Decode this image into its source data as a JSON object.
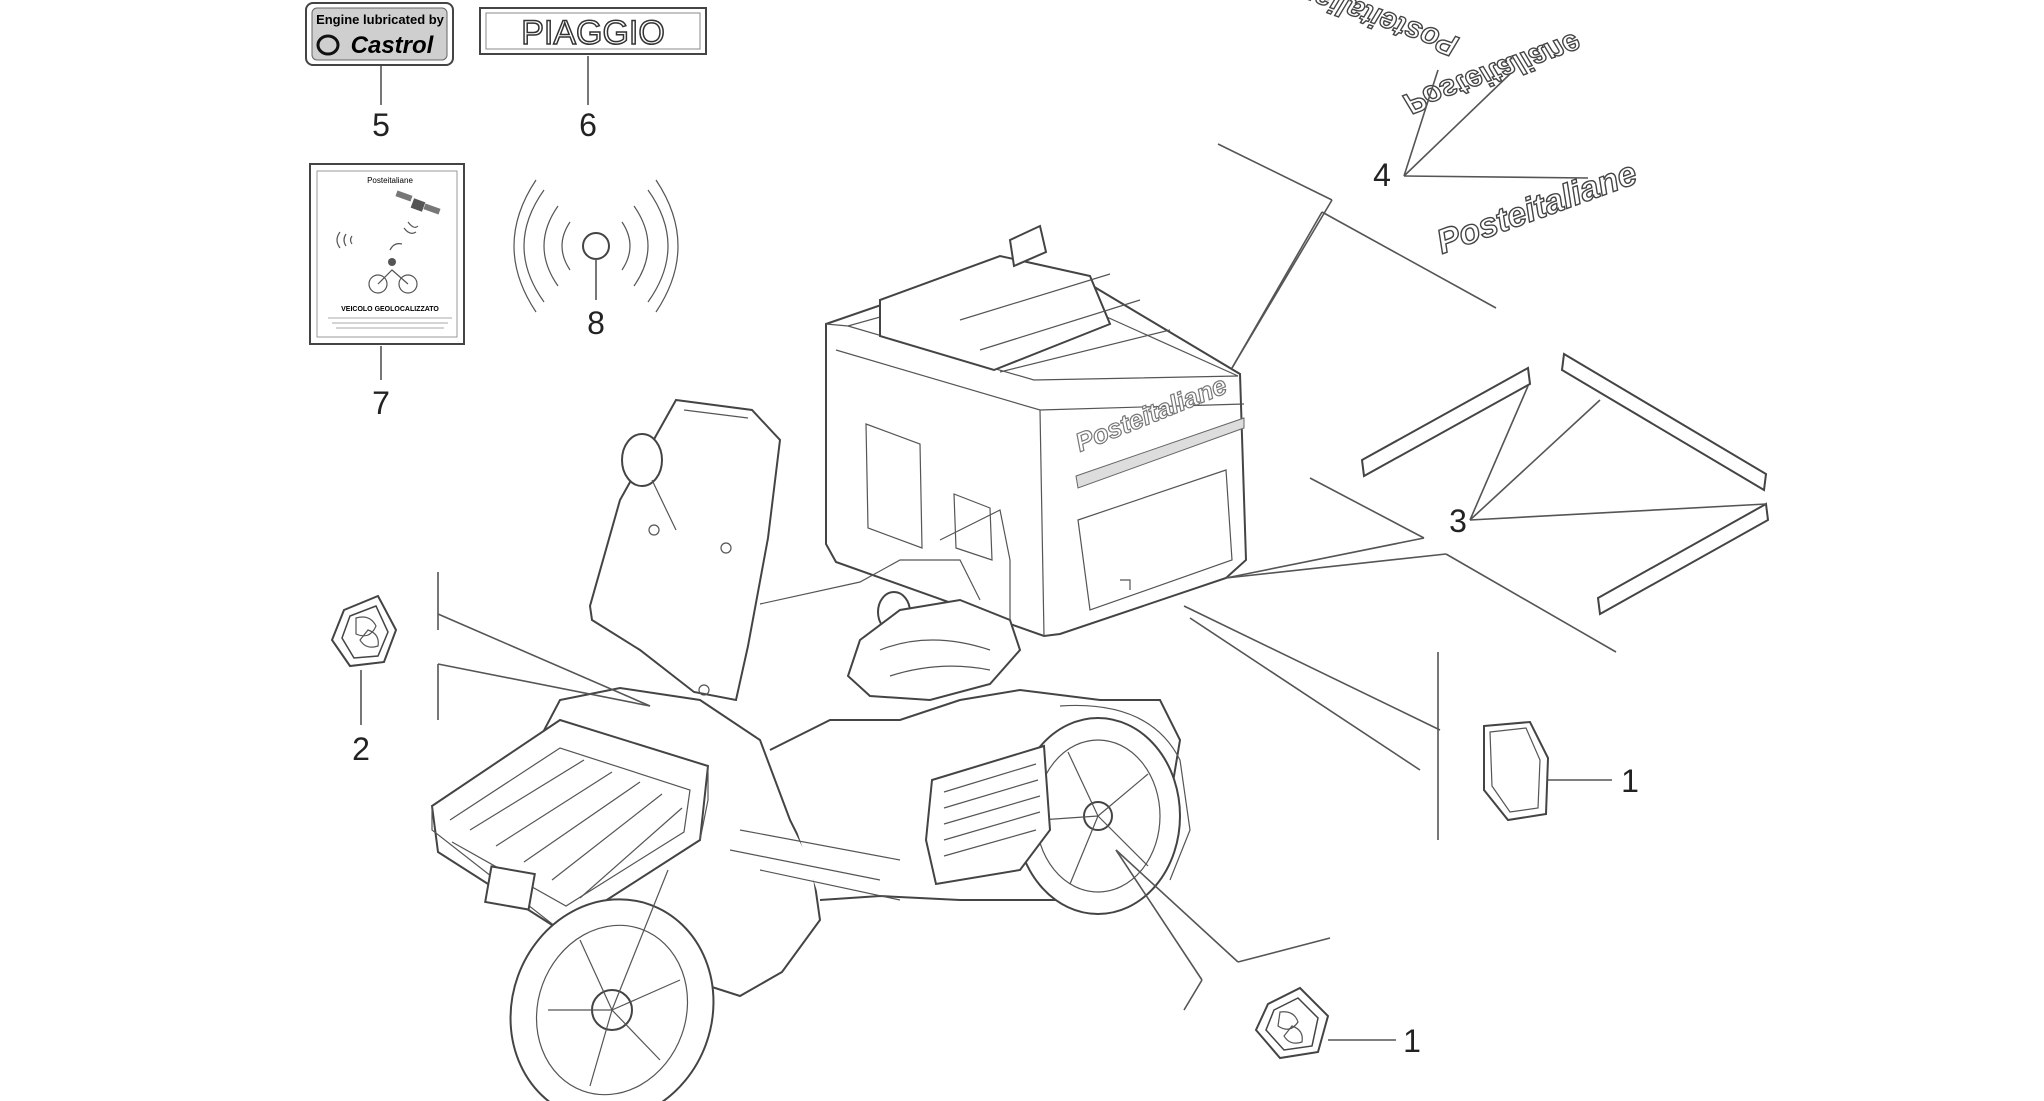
{
  "callouts": {
    "c1a": "1",
    "c1b": "1",
    "c2": "2",
    "c3": "3",
    "c4": "4",
    "c5": "5",
    "c6": "6",
    "c7": "7",
    "c8": "8"
  },
  "decals": {
    "castrol_top": "Engine lubricated by",
    "castrol_brand": "Castrol",
    "piaggio": "PIAGGIO",
    "poste": "Posteitaliane",
    "geo_header": "Posteitaliane",
    "geo_caption": "VEICOLO GEOLOCALIZZATO"
  },
  "colors": {
    "line": "#555555",
    "text": "#222222"
  }
}
